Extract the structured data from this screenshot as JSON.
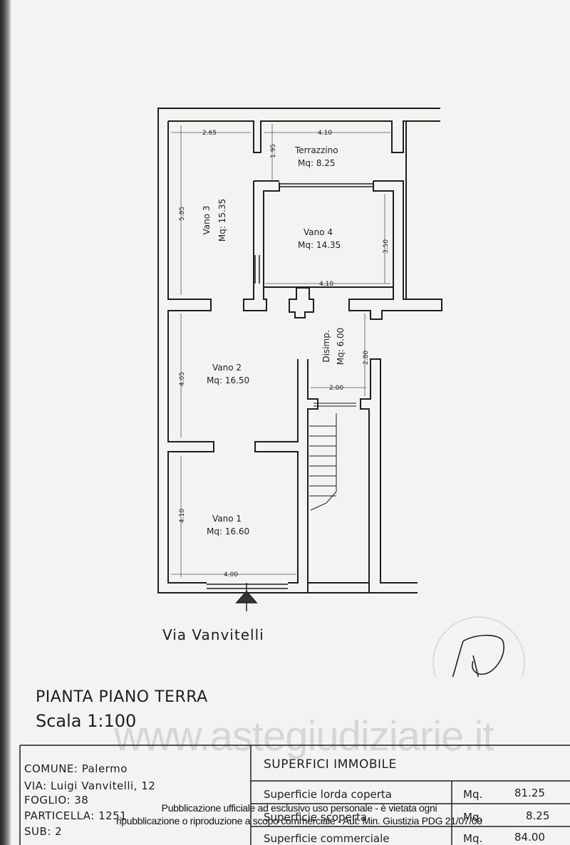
{
  "plan": {
    "rooms": [
      {
        "name": "Terrazzino",
        "area": "Mq: 8.25"
      },
      {
        "name": "Vano 3",
        "area": "Mq: 15.35"
      },
      {
        "name": "Vano 4",
        "area": "Mq: 14.35"
      },
      {
        "name": "Disimp.",
        "area": "Mq: 6.00"
      },
      {
        "name": "Vano 2",
        "area": "Mq: 16.50"
      },
      {
        "name": "Vano 1",
        "area": "Mq: 16.60"
      }
    ],
    "dimensions": [
      "2.65",
      "4.10",
      "1.95",
      "5.85",
      "3.50",
      "4.10",
      "4.05",
      "2.80",
      "2.00",
      "4.10",
      "4.00"
    ],
    "street": "Via Vanvitelli"
  },
  "title": "PIANTA PIANO TERRA",
  "scale": "Scala 1:100",
  "watermark": "www.astegiudiziarie.it",
  "info": {
    "comune": "COMUNE: Palermo",
    "via": "VIA: Luigi Vanvitelli, 12",
    "foglio": "FOGLIO: 38",
    "particella": "PARTICELLA: 1251",
    "sub": "SUB: 2"
  },
  "superfici": {
    "title": "SUPERFICI IMMOBILE",
    "rows": [
      {
        "label": "Superficie lorda coperta",
        "unit": "Mq.",
        "value": "81.25"
      },
      {
        "label": "Superficie scoperta",
        "unit": "Mq.",
        "value": "8.25"
      },
      {
        "label": "Superficie commerciale",
        "unit": "Mq.",
        "value": "84.00"
      }
    ]
  },
  "notice": {
    "line1": "Pubblicazione ufficiale ad esclusivo uso personale - è vietata ogni",
    "line2": "ripubblicazione o riproduzione a scopo commerciale - Aut. Min. Giustizia PDG 21/07/09"
  }
}
